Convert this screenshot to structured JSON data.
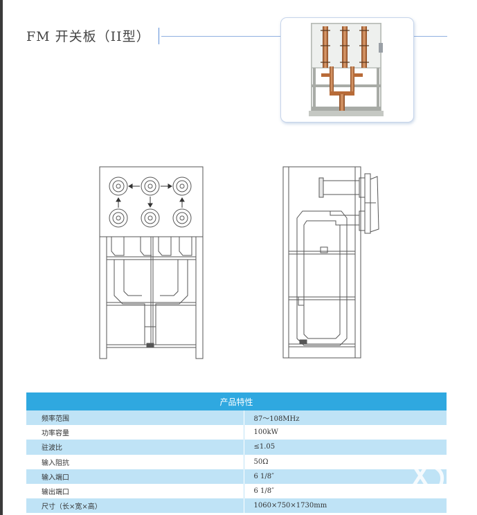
{
  "title": "FM 开关板（II型）",
  "table": {
    "header": "产品特性",
    "rows": [
      {
        "label": "频率范围",
        "value": "87～108MHz"
      },
      {
        "label": "功率容量",
        "value": "100kW"
      },
      {
        "label": "驻波比",
        "value": "≤1.05"
      },
      {
        "label": "输入阻抗",
        "value": "50Ω"
      },
      {
        "label": "输入端口",
        "value": "6 1/8″"
      },
      {
        "label": "输出端口",
        "value": "6 1/8″"
      },
      {
        "label": "尺寸（长×宽×高）",
        "value": "1060×750×1730mm"
      }
    ]
  },
  "colors": {
    "accent": "#2fa8e0",
    "row_tint": "#bfe3f6",
    "rule": "#8fb0e0"
  },
  "watermark": "XD-logo"
}
